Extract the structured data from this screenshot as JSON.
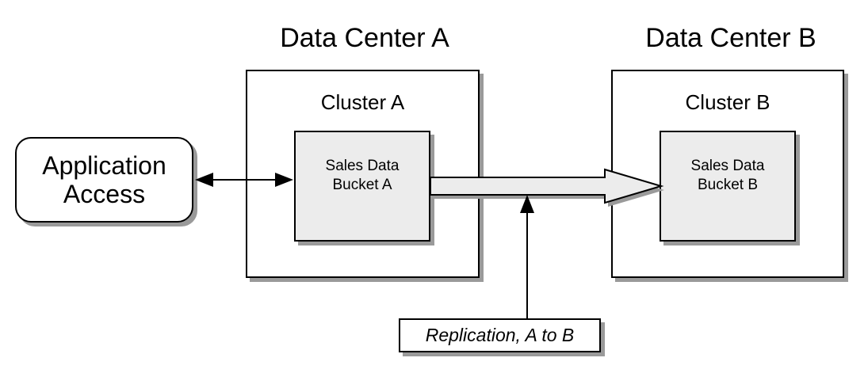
{
  "data_centers": [
    {
      "title": "Data Center A",
      "cluster": "Cluster A",
      "bucket_line1": "Sales Data",
      "bucket_line2": "Bucket A"
    },
    {
      "title": "Data Center B",
      "cluster": "Cluster B",
      "bucket_line1": "Sales Data",
      "bucket_line2": "Bucket B"
    }
  ],
  "application": {
    "line1": "Application",
    "line2": "Access"
  },
  "replication_label": "Replication, A to B",
  "colors": {
    "bucket_fill": "#ececec",
    "shadow": "#9a9a9a",
    "stroke": "#000000"
  }
}
